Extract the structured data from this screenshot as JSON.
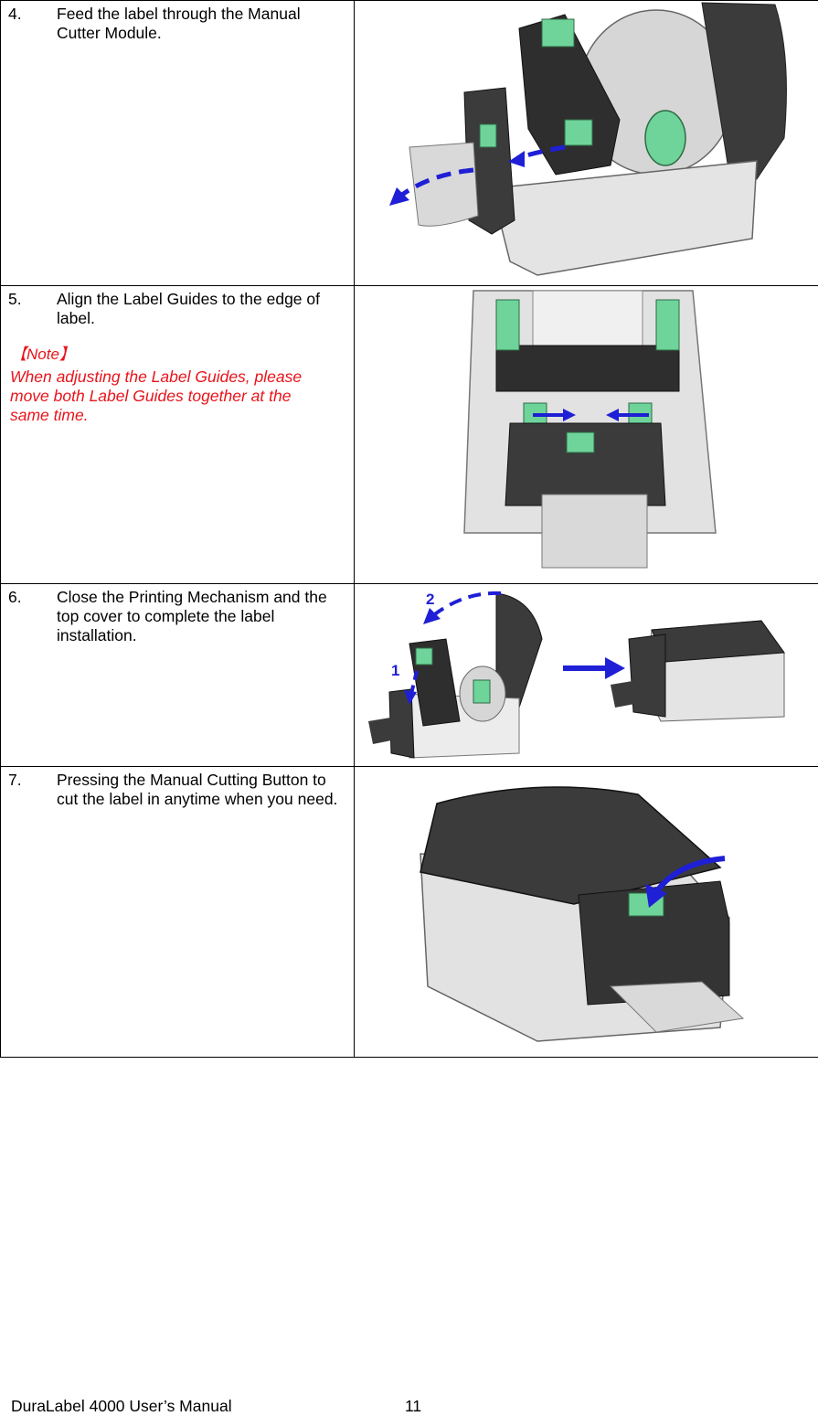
{
  "steps": [
    {
      "number": "4.",
      "text": "Feed the label through the Manual Cutter Module."
    },
    {
      "number": "5.",
      "text": "Align the Label Guides to the edge of label.",
      "note_title": "【Note】",
      "note_text": "When adjusting the Label Guides, please move both Label Guides together at the same time."
    },
    {
      "number": "6.",
      "text": "Close the Printing Mechanism and the top cover to complete the label installation.",
      "callout_1": "1",
      "callout_2": "2"
    },
    {
      "number": "7.",
      "text": "Pressing the Manual Cutting Button to cut the label in anytime when you need."
    }
  ],
  "footer": {
    "manual_title": "DuraLabel 4000 User’s Manual",
    "page_number": "11"
  },
  "colors": {
    "arrow": "#1f1fd6",
    "guide_green": "#6fd49a",
    "note_red": "#e8141b",
    "printer_dark": "#3b3b3b",
    "printer_light": "#e4e4e4"
  }
}
